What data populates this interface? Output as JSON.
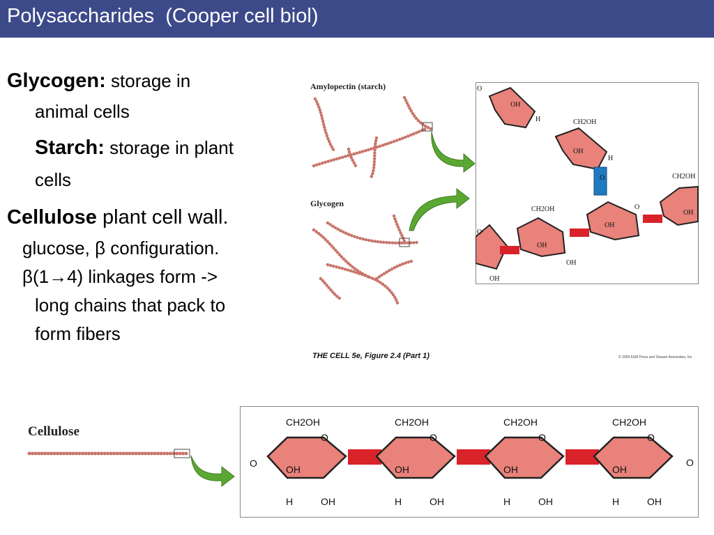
{
  "title": "Polysaccharides  (Cooper cell biol)",
  "bullets": {
    "glycogen_term": "Glycogen:",
    "glycogen_desc_1": " storage in",
    "glycogen_desc_2": "animal cells",
    "starch_term": "Starch:",
    "starch_desc_1": " storage in plant",
    "starch_desc_2": "cells",
    "cellulose_term": "Cellulose",
    "cellulose_desc": " plant cell wall.",
    "sub1": "glucose, β configuration.",
    "sub2_a": "β(1→4) linkages form ->",
    "sub2_b": "long chains that pack to",
    "sub2_c": "form fibers"
  },
  "figure_top": {
    "label_amylopectin": "Amylopectin (starch)",
    "label_glycogen": "Glycogen",
    "caption": "THE CELL 5e, Figure 2.4 (Part 1)",
    "copyright": "© 2009 ASM Press and Sinauer Associates, Inc."
  },
  "figure_bottom": {
    "label_cellulose": "Cellulose"
  },
  "colors": {
    "title_bg": "#3d4a8a",
    "ring_fill": "#e8827a",
    "linkage_red": "#d9222a",
    "linkage_blue": "#1f7bc1",
    "chain_bead": "#c9756a",
    "arrow_green": "#5aa832"
  }
}
